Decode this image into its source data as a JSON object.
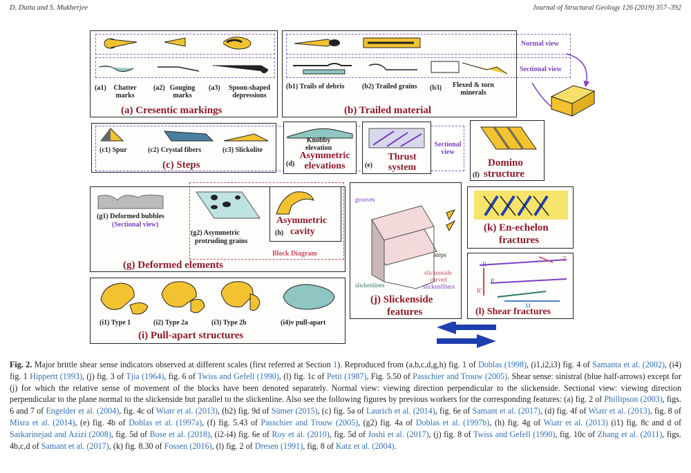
{
  "header": {
    "authors": "D. Dutta and S. Mukherjee",
    "journal": "Journal of Structural Geology 126 (2019) 357–392"
  },
  "figure": {
    "views": {
      "normal": "Normal view",
      "sectional": "Sectional view",
      "block": "Block Diagram"
    },
    "a": {
      "caption": "(a) Cresentic markings",
      "a1": "(a1)",
      "a1_text": "Chatter marks",
      "a2": "(a2)",
      "a2_text": "Gouging marks",
      "a3": "(a3)",
      "a3_text": "Spoon-shaped depressions"
    },
    "b": {
      "caption": "(b) Trailed material",
      "b1": "(b1) Trails of debris",
      "b2": "(b2) Trailed grains",
      "b3": "(b3)",
      "b3_text": "Flexed & torn minerals"
    },
    "c": {
      "caption": "(c) Steps",
      "c1": "(c1) Spur",
      "c2": "(c2) Crystal fibers",
      "c3": "(c3) Slickolite"
    },
    "d": {
      "caption_letter": "(d)",
      "caption": "Asymmetric elevations",
      "knobby": "Knobby elevation"
    },
    "e": {
      "caption_letter": "(e)",
      "caption": "Thrust system",
      "sectional": "Sectional view"
    },
    "f": {
      "caption": "Domino",
      "caption_letter": "(f)",
      "caption2": "structure"
    },
    "g": {
      "caption": "(g) Deformed elements",
      "g1": "(g1) Deformed bubbles",
      "g1_view": "(Sectional view)",
      "g2": "(g2) Asymmetric",
      "g2b": "protruding grains"
    },
    "h": {
      "caption": "Asymmetric",
      "caption_letter": "(h)",
      "caption2": "cavity"
    },
    "j": {
      "caption": "(j) Slickenside",
      "caption2": "features",
      "grooves": "grooves",
      "steps": "steps",
      "slickenside": "slickenside",
      "curved": "curved",
      "fibers": "slickenfibers",
      "lines": "slickenlines"
    },
    "k": {
      "caption": "(k) En-echelon",
      "caption2": "fractures"
    },
    "l": {
      "caption": "(l) Shear fractures",
      "R": "R",
      "Rp": "R'",
      "P": "P",
      "T": "T",
      "M": "M"
    },
    "i": {
      "caption": "(i) Pull-apart structures",
      "i1": "(i1) Type 1",
      "i2": "(i2) Type 2a",
      "i3": "(i3) Type 2b",
      "i4": "(i4)v pull-apart"
    }
  },
  "body_text": {
    "fig_label": "Fig. 2.",
    "p1": " Major brittle shear sense indicators observed at different scales (first referred at Section ",
    "sec": "1",
    "p2": "). Reproduced from (a,b,c,d,g,h) fig. 1 of ",
    "c_doblas98": "Doblas (1998)",
    "p3": ", (i1,i2,i3) fig. 4 of ",
    "c_samanta": "Samanta et al. (2002)",
    "p4": ", (i4) fig. 1 ",
    "c_hippertt": "Hippertt (1993)",
    "p5": ", (j) fig. 3 of ",
    "c_tjia": "Tjia (1964)",
    "p6": ", fig. 6 of ",
    "c_twiss": "Twiss and Gefell (1990)",
    "p7": ", (l) fig. 1c of ",
    "c_petit": "Petit (1987)",
    "p8": ", Fig. 5.50 of ",
    "c_passchier": "Passchier and Trouw (2005)",
    "p9": ". Shear sense: sinistral (blue half-arrows) except for (j) for which the relative sense of movement of the blocks have been denoted separately. Normal view: viewing direction perpendicular to the slickenside. Sectional view: viewing direction perpendicular to the plane normal to the slickenside but parallel to the slickenline. Also see the following figures by previous workers for the corresponding features: (a) fig. 2 of ",
    "c_phillipson": "Phillipson (2003)",
    "p10": ", figs. 6 and 7 of ",
    "c_engelder": "Engelder et al. (2004)",
    "p11": ", fig. 4c of ",
    "c_wiatr": "Wiatr et al. (2013)",
    "p12": ", (b2) fig. 9d of ",
    "c_sumer": "Sümer (2015)",
    "p13": ", (c) fig. 5a of ",
    "c_laurich": "Laurich et al. (2014)",
    "p14": ", fig. 6e of ",
    "c_samant": "Samant et al. (2017)",
    "p15": ", (d) fig. 4f of ",
    "c_wiatr2": "Wiatr et al. (2013)",
    "p16": ", fig. 8 of ",
    "c_misra": "Misra et al. (2014)",
    "p17": ", (e) fig. 4b of ",
    "c_doblas97a": "Doblas et al. (1997a)",
    "p18": ", (f) fig. 5.43 of ",
    "c_passchier2": "Passchier and Trouw (2005)",
    "p19": ", (g2) fig. 4a of ",
    "c_doblas97b": "Doblas et al. (1997b)",
    "p20": ", (h) fig. 4g of ",
    "c_wiatr3": "Wiatr et al. (2013)",
    "p21": " (i1) fig. 8c and d of ",
    "c_sarkarinejad": "Sarkarinejad and Azizi (2008)",
    "p22": ", fig. 5d of ",
    "c_bose": "Bose et al. (2018)",
    "p23": ", (i2-i4) fig. 6e of ",
    "c_roy": "Roy et al. (2010)",
    "p24": ", fig. 5d of ",
    "c_joshi": "Joshi et al. (2017)",
    "p25": ", (j) fig. 8 of ",
    "c_twiss2": "Twiss and Gefell (1990)",
    "p26": ", fig. 10c of ",
    "c_zhang": "Zhang et al. (2011)",
    "p27": ", figs. 4b,c,d of ",
    "c_samant2": "Samant et al. (2017)",
    "p28": ", (k) fig. 8.30 of ",
    "c_fossen": "Fossen (2016)",
    "p29": ", (l) fig. 2 of ",
    "c_dresen": "Dresen (1991)",
    "p30": ", fig. 8 of ",
    "c_katz": "Katz et al. (2004)",
    "p31": "."
  },
  "colors": {
    "caption": "#8b1a2b",
    "accent_yellow": "#f2c230",
    "teal": "#8fc6c4",
    "purple": "#7a3fc0",
    "arrow_blue": "#1f3fae",
    "link": "#2f6fb3"
  }
}
